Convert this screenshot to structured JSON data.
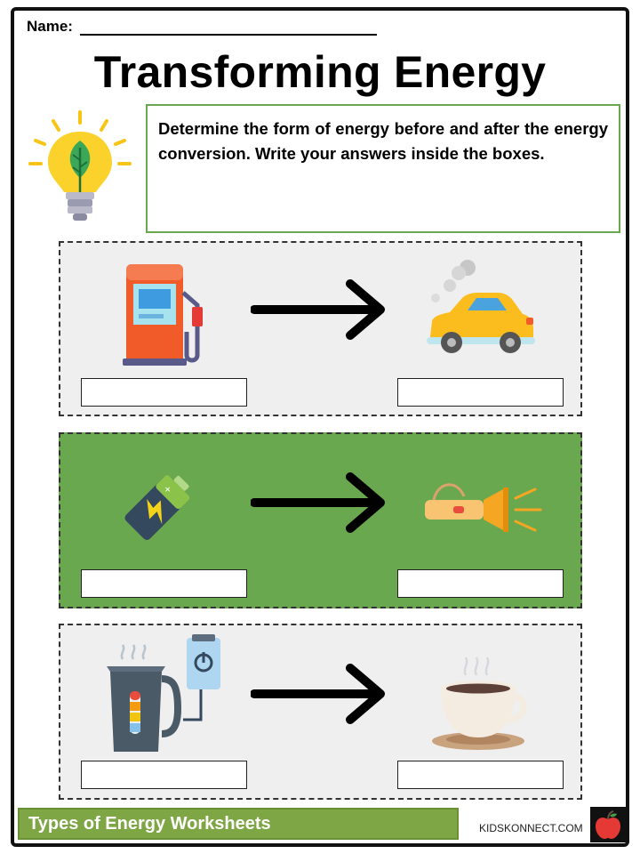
{
  "header": {
    "name_label": "Name:"
  },
  "title": "Transforming Energy",
  "instructions": "Determine the form of energy before and after the energy conversion. Write your answers inside the boxes.",
  "conversions": [
    {
      "from_icon": "fuel-pump-icon",
      "to_icon": "car-icon"
    },
    {
      "from_icon": "battery-icon",
      "to_icon": "flashlight-icon"
    },
    {
      "from_icon": "electric-kettle-icon",
      "to_icon": "coffee-cup-icon"
    }
  ],
  "footer": {
    "title": "Types of Energy Worksheets",
    "brand": "KIDSKONNECT.COM"
  },
  "colors": {
    "accent_green": "#6aa84f",
    "footer_green": "#7fa645",
    "panel_gray": "#efefef"
  }
}
